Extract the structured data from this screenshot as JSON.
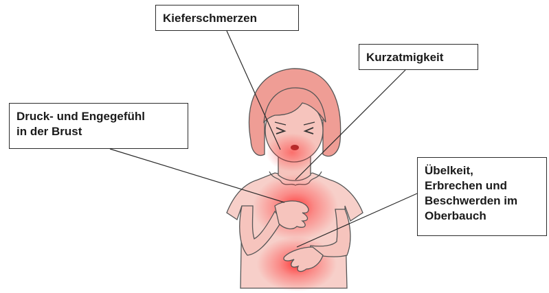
{
  "symptoms": {
    "jaw_pain": [
      "Kieferschmerzen"
    ],
    "shortness_of_breath": [
      "Kurzatmigkeit"
    ],
    "chest_pressure": [
      "Druck- und Engegefühl",
      "in der Brust"
    ],
    "nausea": [
      "Übelkeit,",
      "Erbrechen und",
      "Beschwerden im",
      "Oberbauch"
    ]
  },
  "colors": {
    "skin": "#f6c4bd",
    "hair": "#ef9d95",
    "shirt": "#f7cfc9",
    "outline": "#555555",
    "pain_glow": "#ff2a2a",
    "label_border": "#2a2a2a"
  }
}
